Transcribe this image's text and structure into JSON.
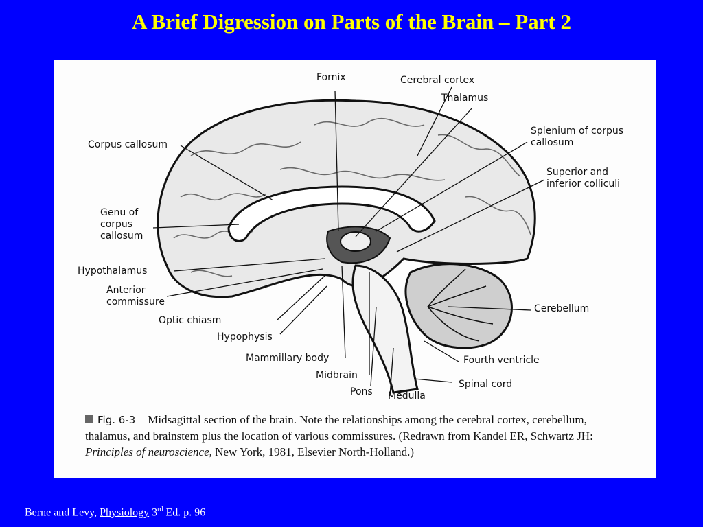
{
  "slide": {
    "title": "A Brief Digression on Parts of the Brain – Part 2"
  },
  "figure": {
    "labels": {
      "fornix": "Fornix",
      "cerebral_cortex": "Cerebral cortex",
      "thalamus": "Thalamus",
      "corpus_callosum": "Corpus callosum",
      "splenium": "Splenium of corpus\ncallosum",
      "colliculi": "Superior and\ninferior colliculi",
      "genu": "Genu of\ncorpus\ncallosum",
      "hypothalamus": "Hypothalamus",
      "anterior_commissure": "Anterior\ncommissure",
      "optic_chiasm": "Optic chiasm",
      "hypophysis": "Hypophysis",
      "mammillary_body": "Mammillary body",
      "midbrain": "Midbrain",
      "pons": "Pons",
      "medulla": "Medulla",
      "cerebellum": "Cerebellum",
      "fourth_ventricle": "Fourth ventricle",
      "spinal_cord": "Spinal cord"
    },
    "caption": {
      "fig_number": "Fig. 6-3",
      "text_part1": "Midsagittal section of the brain. Note the relationships among the cerebral cortex, cerebellum, thalamus, and brainstem plus the location of various commissures. (Redrawn from Kandel ER, Schwartz JH: ",
      "text_italic": "Principles of neuroscience",
      "text_part2": ", New York, 1981, Elsevier North-Holland.)"
    }
  },
  "footer": {
    "prefix": "Berne and Levy, ",
    "link": "Physiology",
    "edition_num": " 3",
    "edition_sup": "rd",
    "suffix": " Ed. p. 96"
  }
}
